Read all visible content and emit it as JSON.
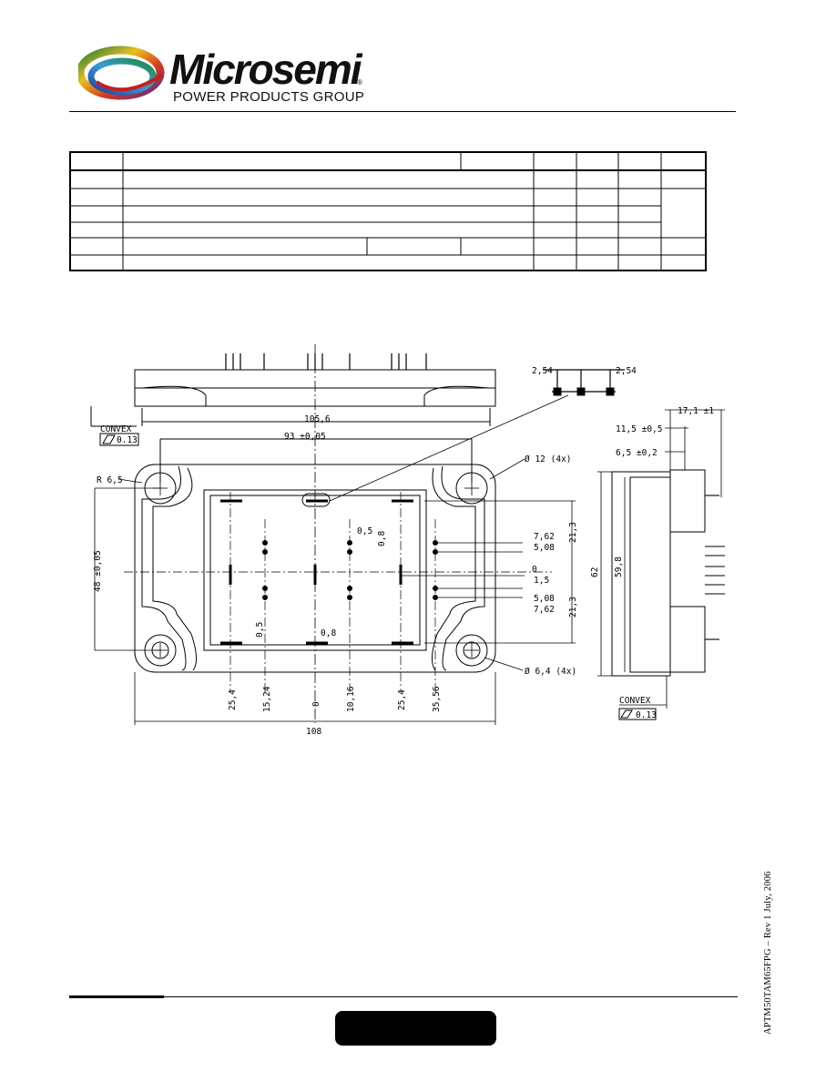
{
  "header": {
    "brand": "Microsemi",
    "registered_mark": "®",
    "tagline": "POWER PRODUCTS GROUP"
  },
  "drawing": {
    "dimensions": {
      "pin_pitch_left": "2,54",
      "pin_pitch_right": "2,54",
      "overall_top": "105,6",
      "hole_spacing": "93 ±0,05",
      "mount_hole": "Ø 12 (4x)",
      "hole_dia": "Ø 6,4 (4x)",
      "radius": "R 6,5",
      "height_48": "48 ±0,05",
      "pin_width_a": "0,5",
      "pin_width_b": "0,8",
      "pin_width_c": "0,5",
      "pin_width_d": "0,8",
      "y_762_top": "7,62",
      "y_508_top": "5,08",
      "y_0": "0",
      "y_15": "1,5",
      "y_508_bot": "5,08",
      "y_762_bot": "7,62",
      "y_213_top": "21,3",
      "y_213_bot": "21,3",
      "x_254_left": "25,4",
      "x_1524": "15,24",
      "x_0": "0",
      "x_1016": "10,16",
      "x_254_right": "25,4",
      "x_3556": "35,56",
      "overall_bottom": "108",
      "side_171": "17,1 ±1",
      "side_115": "11,5 ±0,5",
      "side_65": "6,5 ±0,2",
      "side_62": "62",
      "side_598": "59,8",
      "convex_label_left": "CONVEX",
      "convex_value_left": "0.13",
      "convex_label_right": "CONVEX",
      "convex_value_right": "0.13"
    }
  },
  "footer": {
    "doc_reference": "APTM50TAM65FPG – Rev 1  July, 2006"
  }
}
